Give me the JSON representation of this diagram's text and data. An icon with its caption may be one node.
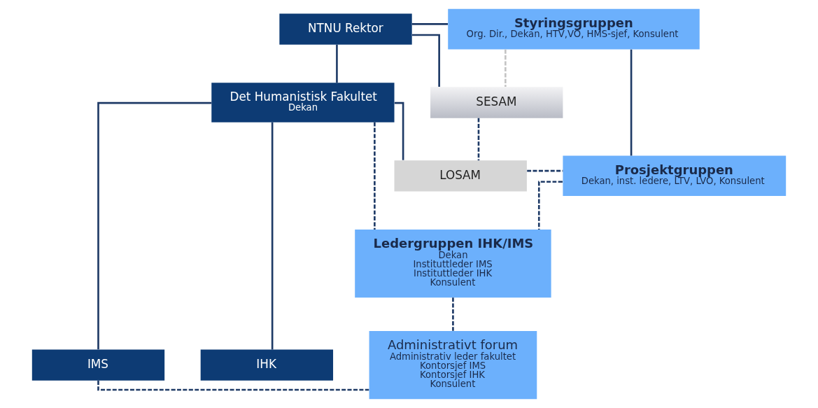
{
  "diagram": {
    "nodes": [
      {
        "text": [
          "NTNU Rektor"
        ]
      },
      {
        "text": [
          "Styringsgruppen",
          "Org. Dir., Dekan, HTV,VO, HMS-sjef, Konsulent"
        ]
      },
      {
        "text": [
          "SESAM"
        ]
      },
      {
        "text": [
          "Det Humanistisk Fakultet",
          "Dekan"
        ]
      },
      {
        "text": [
          "LOSAM"
        ]
      },
      {
        "text": [
          "Prosjektgruppen",
          "Dekan, inst. ledere, LTV, LVO, Konsulent"
        ]
      },
      {
        "text": [
          "Ledergruppen IHK/IMS",
          "Dekan",
          "Instituttleder IMS",
          "Instituttleder IHK",
          "Konsulent"
        ]
      },
      {
        "text": [
          "Administrativt forum",
          "Administrativ leder fakultet",
          "Kontorsjef IMS",
          "Kontorsjef IHK",
          "Konsulent"
        ]
      },
      {
        "text": [
          "IMS"
        ]
      },
      {
        "text": [
          "IHK"
        ]
      }
    ],
    "edges": [
      {
        "from": 0,
        "to": 1,
        "arrow": "none"
      },
      {
        "from": 1,
        "to": 2,
        "arrow": "none",
        "style": "dashed",
        "color": "#c4c4c4"
      },
      {
        "from": 0,
        "to": 2,
        "arrow": "none"
      },
      {
        "from": 0,
        "to": 3,
        "arrow": "none"
      },
      {
        "from": 2,
        "to": 4,
        "arrow": "none",
        "style": "dashed"
      },
      {
        "from": 3,
        "to": 4,
        "arrow": "none"
      },
      {
        "from": 1,
        "to": 5,
        "arrow": "none"
      },
      {
        "from": 4,
        "to": 5,
        "arrow": "none",
        "style": "dashed"
      },
      {
        "from": 5,
        "to": 6,
        "arrow": "none",
        "style": "dashed"
      },
      {
        "from": 3,
        "to": 6,
        "arrow": "none",
        "style": "dashed"
      },
      {
        "from": 6,
        "to": 7,
        "arrow": "none",
        "style": "dashed"
      },
      {
        "from": 3,
        "to": 8,
        "arrow": "none"
      },
      {
        "from": 3,
        "to": 9,
        "arrow": "none"
      },
      {
        "from": 8,
        "to": 7,
        "arrow": "none",
        "style": "dashed"
      }
    ]
  }
}
